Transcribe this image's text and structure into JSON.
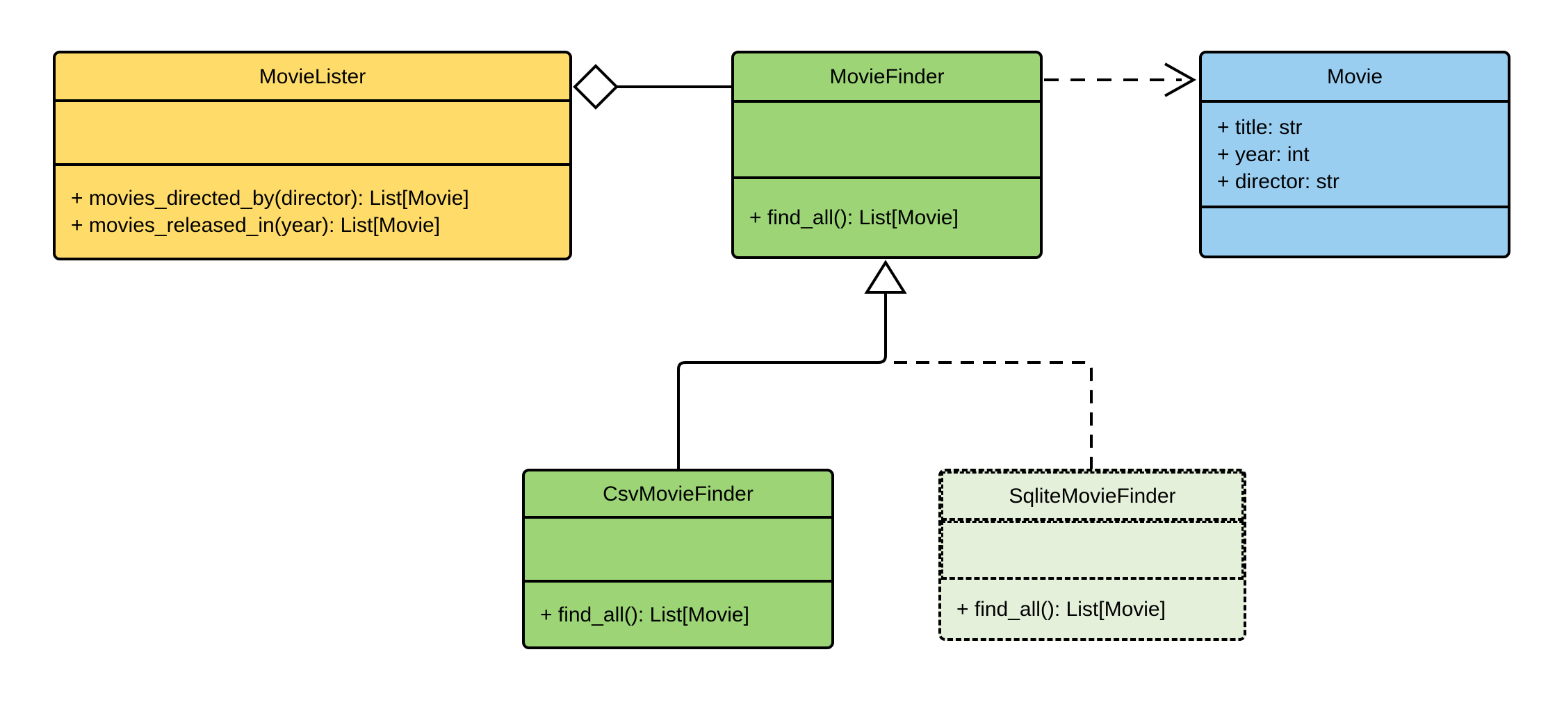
{
  "diagram_type": "uml-class-diagram",
  "colors": {
    "class_yellow": "#FFDC69",
    "class_green": "#9CD476",
    "class_green_light": "#E4F0DA",
    "class_blue": "#99CEF1",
    "stroke": "#000000",
    "canvas": "#FFFFFF"
  },
  "classes": {
    "movie_lister": {
      "name": "MovieLister",
      "attributes": [],
      "methods": [
        "+ movies_directed_by(director): List[Movie]",
        "+ movies_released_in(year): List[Movie]"
      ]
    },
    "movie_finder": {
      "name": "MovieFinder",
      "attributes": [],
      "methods": [
        "+ find_all(): List[Movie]"
      ]
    },
    "movie": {
      "name": "Movie",
      "attributes": [
        "+ title: str",
        "+ year: int",
        "+ director: str"
      ],
      "methods": []
    },
    "csv_movie_finder": {
      "name": "CsvMovieFinder",
      "attributes": [],
      "methods": [
        "+ find_all(): List[Movie]"
      ]
    },
    "sqlite_movie_finder": {
      "name": "SqliteMovieFinder",
      "attributes": [],
      "methods": [
        "+ find_all(): List[Movie]"
      ]
    }
  },
  "relationships": [
    {
      "type": "aggregation",
      "owner": "MovieLister",
      "part": "MovieFinder",
      "line": "solid",
      "marker": "hollow-diamond"
    },
    {
      "type": "dependency",
      "from": "MovieFinder",
      "to": "Movie",
      "line": "dashed",
      "marker": "open-arrow"
    },
    {
      "type": "generalization",
      "child": "CsvMovieFinder",
      "parent": "MovieFinder",
      "line": "solid",
      "marker": "hollow-triangle"
    },
    {
      "type": "generalization",
      "child": "SqliteMovieFinder",
      "parent": "MovieFinder",
      "line": "dashed",
      "marker": "hollow-triangle"
    }
  ]
}
